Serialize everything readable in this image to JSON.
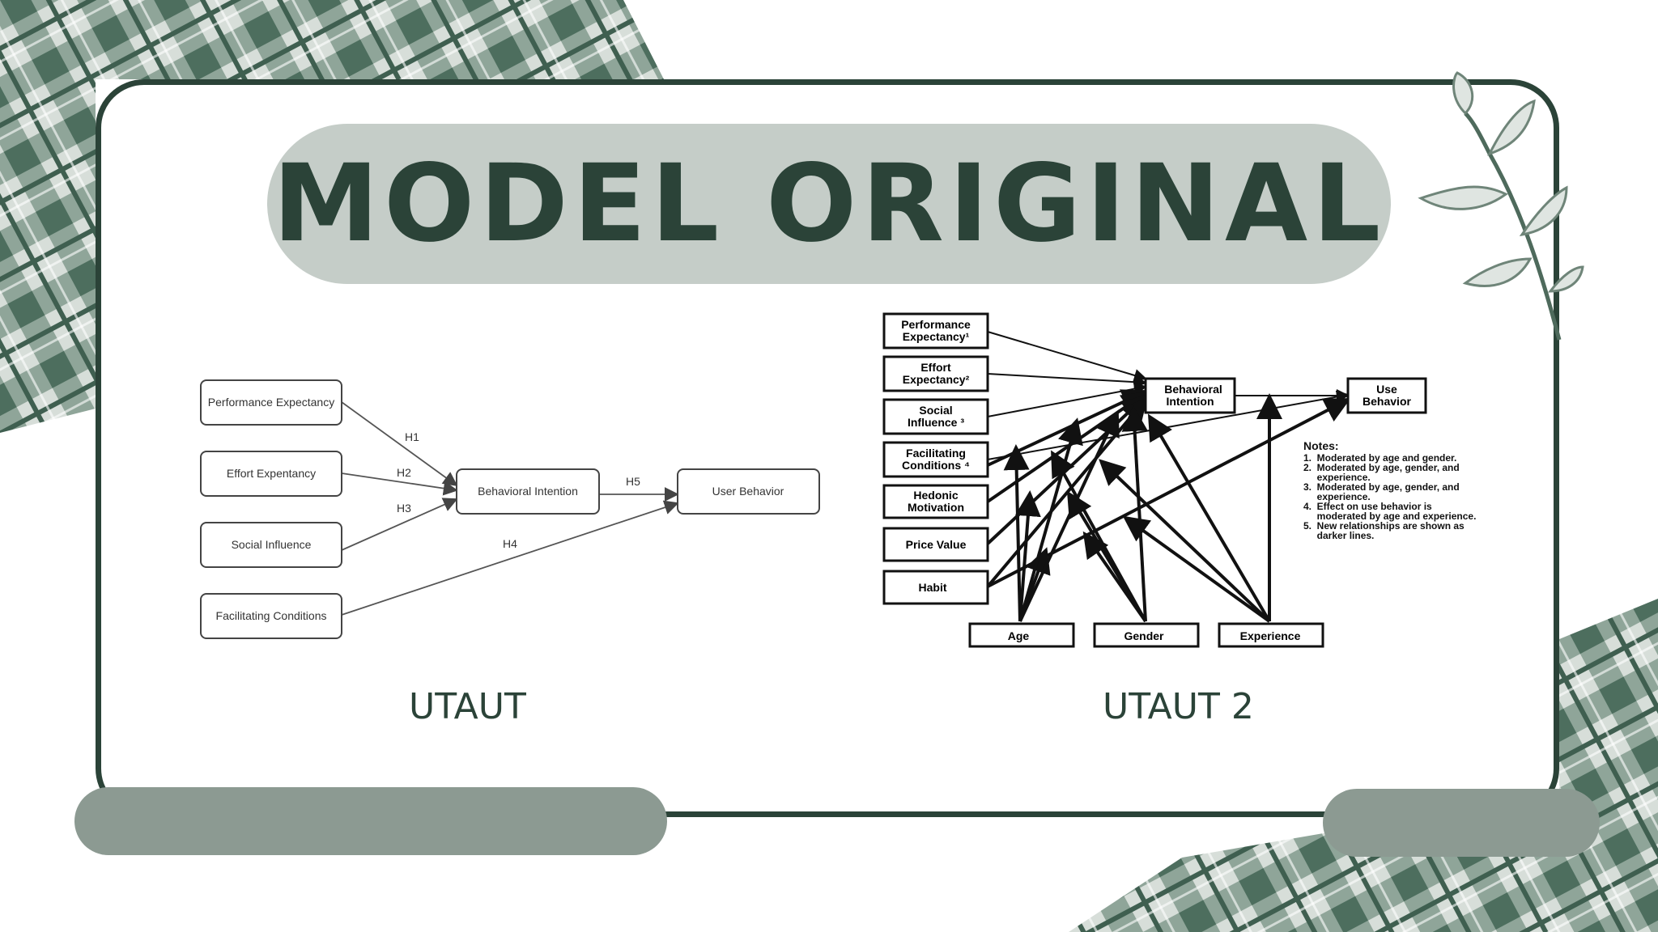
{
  "slide": {
    "title": "MODEL ORIGINAL",
    "caption_left": "UTAUT",
    "caption_right": "UTAUT 2"
  },
  "colors": {
    "dark_green": "#2b4338",
    "pill_gray": "#c5cdc8",
    "bar_gray": "#8c9a92",
    "plaid_dark": "#4d6e5e",
    "plaid_light": "#d7ded9"
  },
  "decorations": {
    "corner_pattern": "plaid",
    "branch_icon": "leaf-branch-icon"
  },
  "utaut": {
    "nodes": {
      "pe": "Performance Expectancy",
      "ee": "Effort Expentancy",
      "si": "Social Influence",
      "fc": "Facilitating Conditions",
      "bi": "Behavioral Intention",
      "ub": "User Behavior"
    },
    "edges": {
      "h1": "H1",
      "h2": "H2",
      "h3": "H3",
      "h4": "H4",
      "h5": "H5"
    }
  },
  "utaut2": {
    "nodes": {
      "pe_1": "Performance",
      "pe_2": "Expectancy¹",
      "ee_1": "Effort",
      "ee_2": "Expectancy²",
      "si_1": "Social",
      "si_2": "Influence ³",
      "fc_1": "Facilitating",
      "fc_2": "Conditions ⁴",
      "hm_1": "Hedonic",
      "hm_2": "Motivation",
      "pv": "Price Value",
      "habit": "Habit",
      "bi_1": "Behavioral",
      "bi_2": "Intention",
      "ub_1": "Use",
      "ub_2": "Behavior",
      "age": "Age",
      "gender": "Gender",
      "experience": "Experience"
    },
    "notes": {
      "title": "Notes:",
      "lines": [
        "1.  Moderated by age and gender.",
        "2.  Moderated by age, gender, and",
        "     experience.",
        "3.  Moderated by age, gender, and",
        "     experience.",
        "4.  Effect on use behavior is",
        "     moderated by age and experience.",
        "5.  New relationships are shown as",
        "     darker lines."
      ]
    }
  }
}
